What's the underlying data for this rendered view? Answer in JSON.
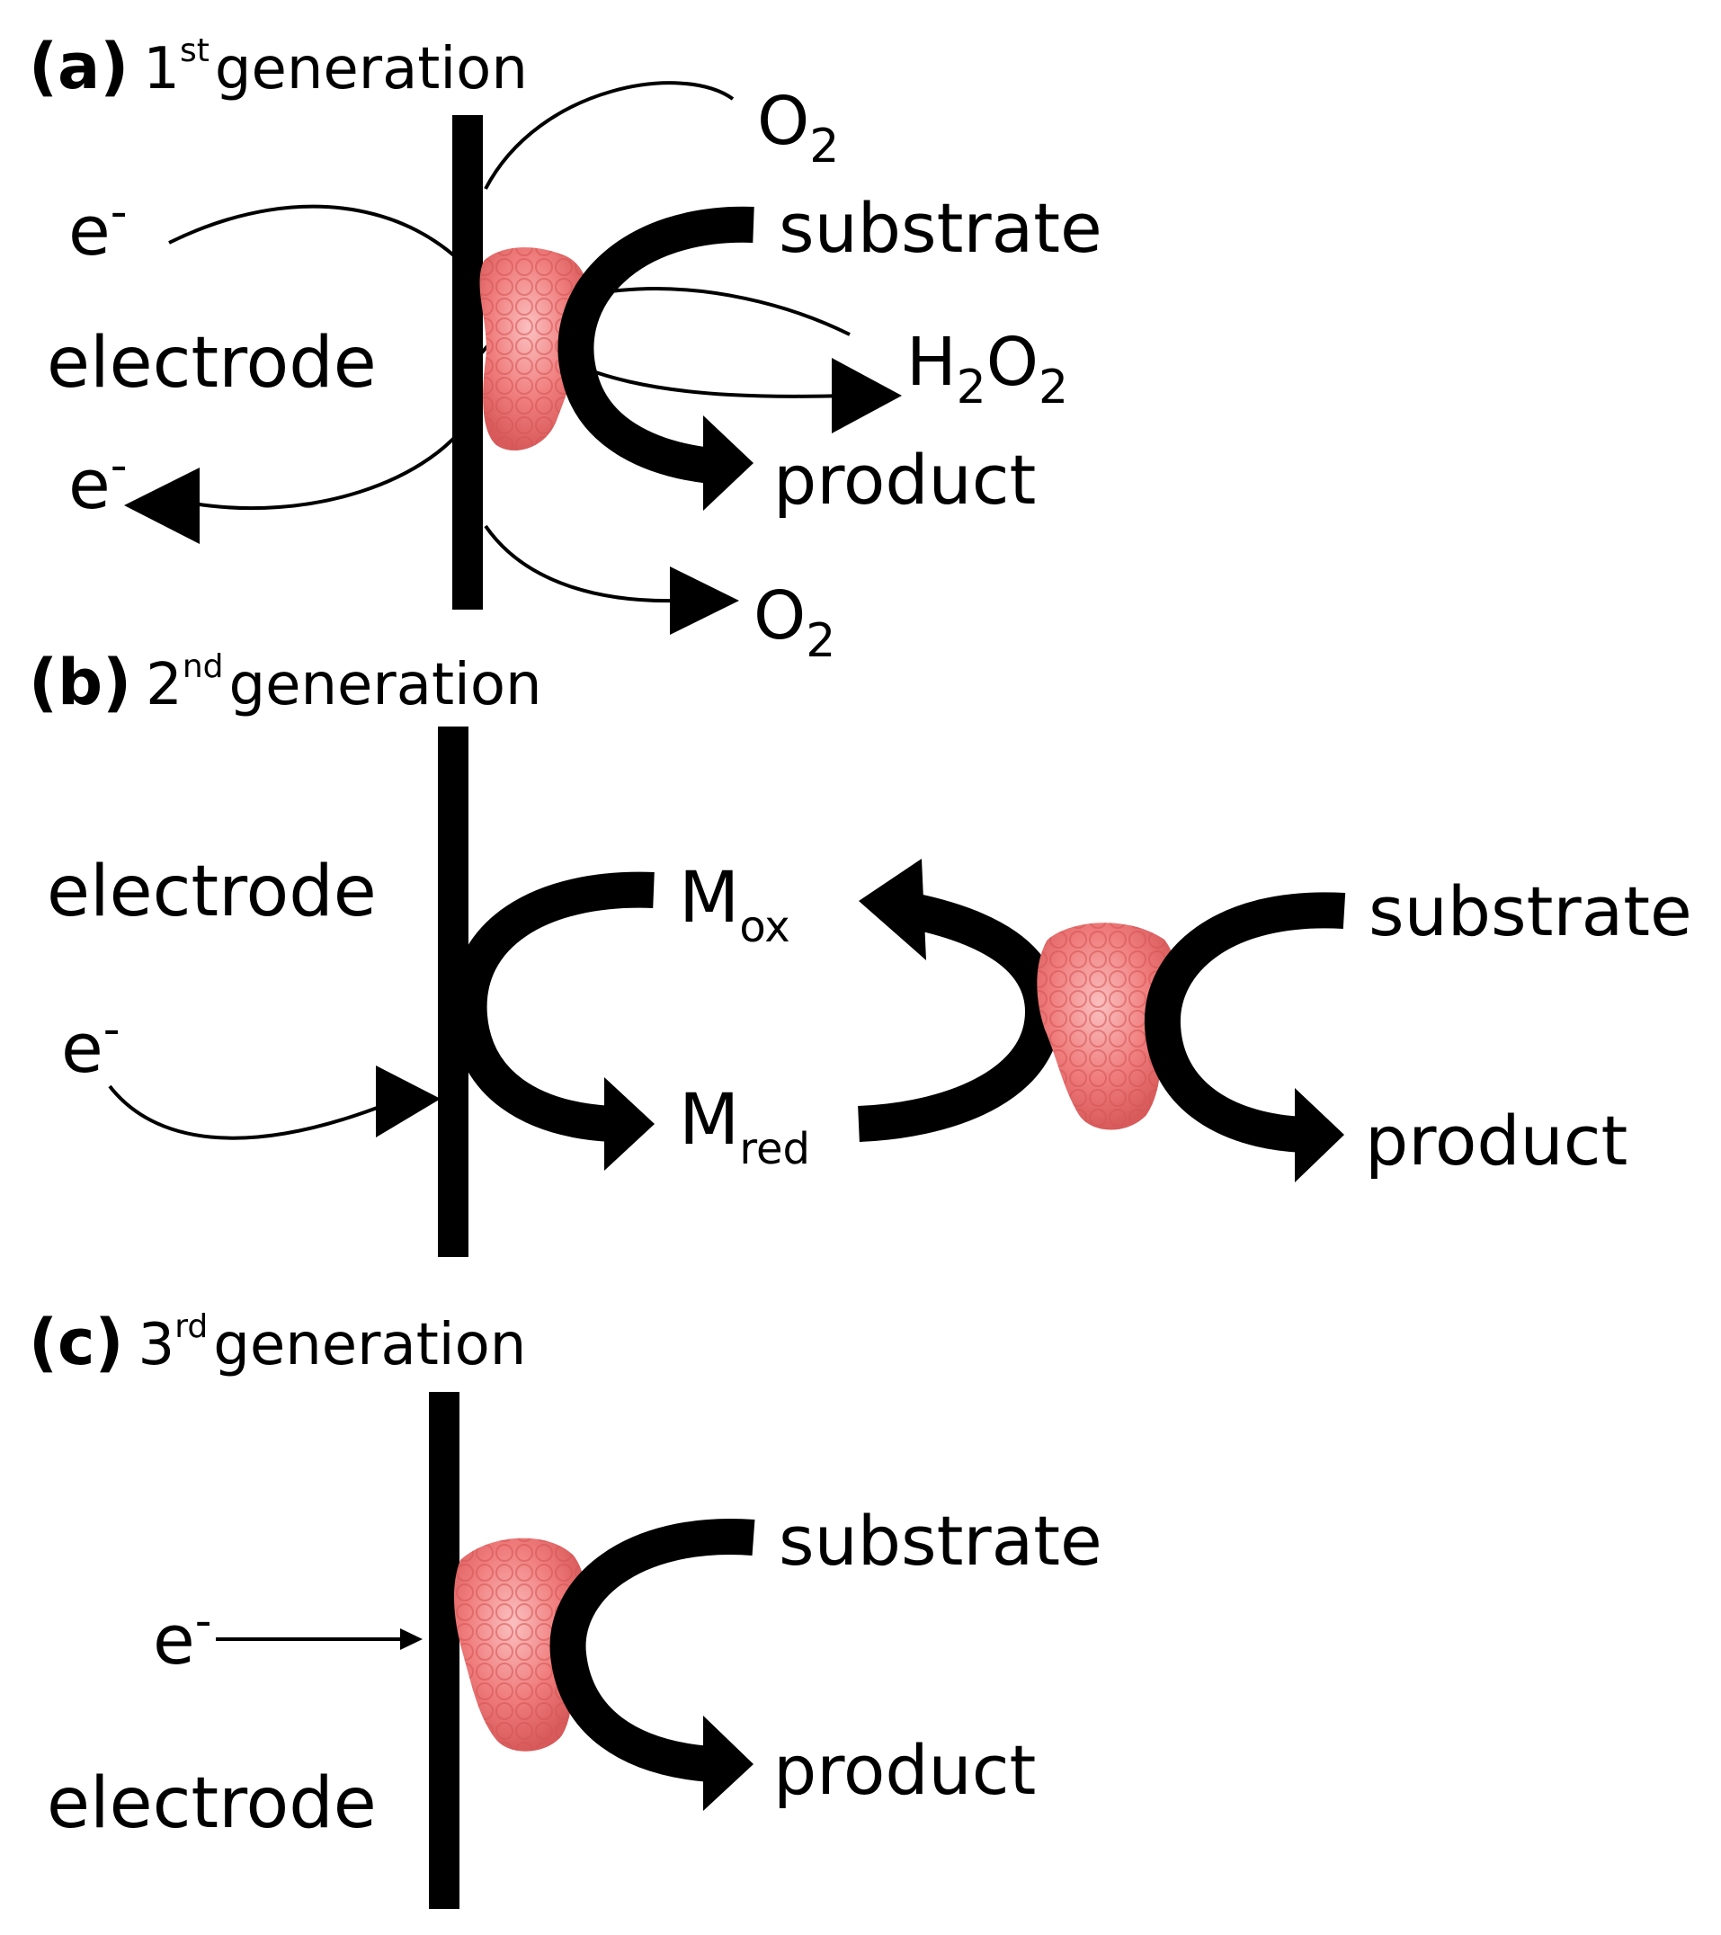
{
  "panels": {
    "a": {
      "letter": "(a)",
      "gen_num": "1",
      "gen_sup": "st",
      "gen_word": "generation",
      "electrode": "electrode",
      "e_top": "e",
      "e_top_sup": "-",
      "e_bottom": "e",
      "e_bottom_sup": "-",
      "o2_top_O": "O",
      "o2_top_sub": "2",
      "substrate": "substrate",
      "h2o2_H": "H",
      "h2o2_sub1": "2",
      "h2o2_O": "O",
      "h2o2_sub2": "2",
      "product": "product",
      "o2_bottom_O": "O",
      "o2_bottom_sub": "2"
    },
    "b": {
      "letter": "(b)",
      "gen_num": "2",
      "gen_sup": "nd",
      "gen_word": "generation",
      "electrode": "electrode",
      "e": "e",
      "e_sup": "-",
      "m_ox": "M",
      "m_ox_sub": "ox",
      "m_red": "M",
      "m_red_sub": "red",
      "substrate": "substrate",
      "product": "product"
    },
    "c": {
      "letter": "(c)",
      "gen_num": "3",
      "gen_sup": "rd",
      "gen_word": "generation",
      "electrode": "electrode",
      "e": "e",
      "e_sup": "-",
      "substrate": "substrate",
      "product": "product"
    }
  },
  "colors": {
    "ink": "#000000",
    "enzyme": "#f07c7c",
    "enzyme_dark": "#d85a5a",
    "enzyme_light": "#f9b0b0"
  },
  "icons": {
    "enzyme": "enzyme-blob-icon"
  }
}
